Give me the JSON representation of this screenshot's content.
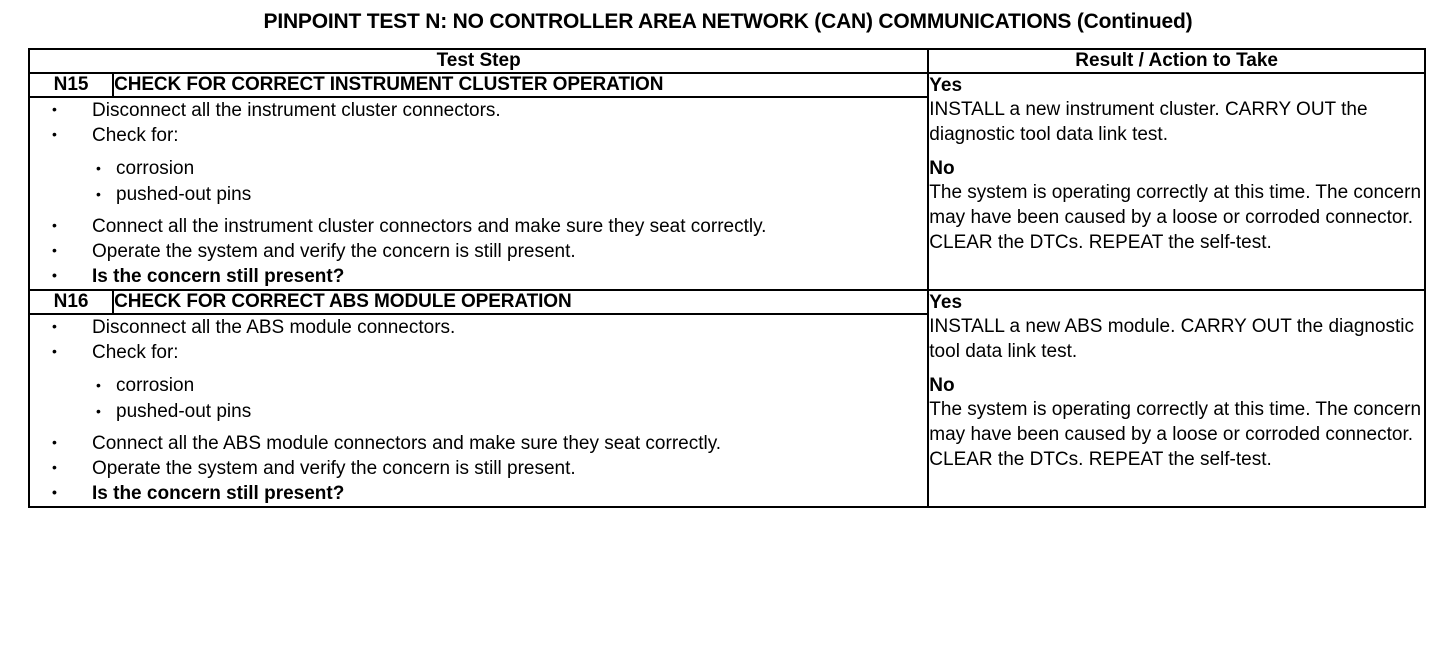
{
  "document": {
    "title": "PINPOINT TEST N: NO CONTROLLER AREA NETWORK (CAN) COMMUNICATIONS (Continued)"
  },
  "table": {
    "headers": {
      "test_step": "Test Step",
      "result_action": "Result / Action to Take"
    },
    "rows": [
      {
        "id": "N15",
        "title": "CHECK FOR CORRECT INSTRUMENT CLUSTER OPERATION",
        "steps": [
          "Disconnect all the instrument cluster connectors.",
          "Check for:",
          "Connect all the instrument cluster connectors and make sure they seat correctly.",
          "Operate the system and verify the concern is still present.",
          "Is the concern still present?"
        ],
        "sub_steps": [
          "corrosion",
          "pushed-out pins"
        ],
        "result": {
          "yes_label": "Yes",
          "yes_text": "INSTALL a new instrument cluster. CARRY OUT the diagnostic tool data link test.",
          "no_label": "No",
          "no_text": "The system is operating correctly at this time. The concern may have been caused by a loose or corroded connector. CLEAR the DTCs. REPEAT the self-test."
        }
      },
      {
        "id": "N16",
        "title": "CHECK FOR CORRECT ABS MODULE OPERATION",
        "steps": [
          "Disconnect all the ABS module connectors.",
          "Check for:",
          "Connect all the ABS module connectors and make sure they seat correctly.",
          "Operate the system and verify the concern is still present.",
          "Is the concern still present?"
        ],
        "sub_steps": [
          "corrosion",
          "pushed-out pins"
        ],
        "result": {
          "yes_label": "Yes",
          "yes_text": "INSTALL a new ABS module. CARRY OUT the diagnostic tool data link test.",
          "no_label": "No",
          "no_text": "The system is operating correctly at this time. The concern may have been caused by a loose or corroded connector. CLEAR the DTCs. REPEAT the self-test."
        }
      }
    ]
  }
}
